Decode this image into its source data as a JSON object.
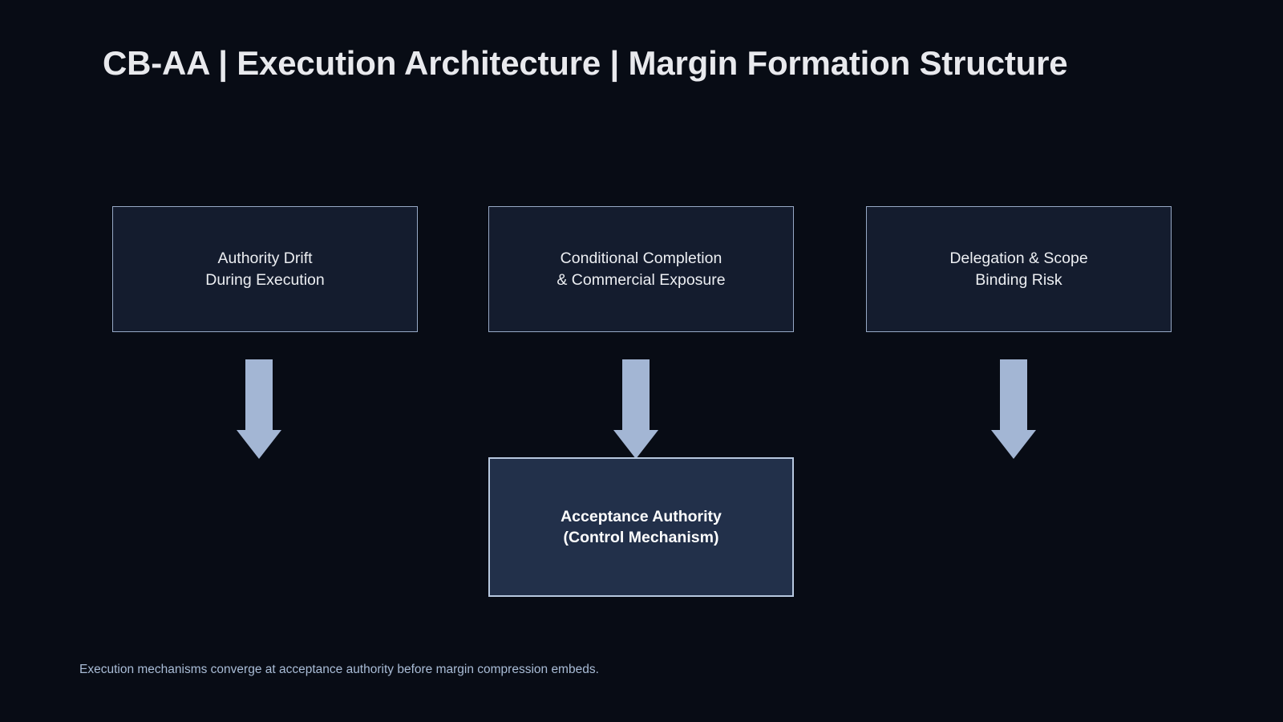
{
  "slide": {
    "background_color": "#080c15",
    "title": "CB-AA | Execution Architecture | Margin Formation Structure",
    "footer_note": "Execution mechanisms converge at acceptance authority before margin compression embeds."
  },
  "palette": {
    "background": "#080c15",
    "node_fill": "#141c2e",
    "node_border": "#97a9c6",
    "highlight_fill": "#22304a",
    "highlight_border": "#b7c8df",
    "arrow_fill": "#a3b6d4",
    "title_text": "#e8e9ed",
    "node_text": "#eceef2",
    "highlight_text": "#ffffff",
    "footer_text": "#a9bcd6"
  },
  "diagram": {
    "type": "flow",
    "top_nodes": [
      {
        "id": "authority-drift",
        "label": "Authority Drift\nDuring Execution"
      },
      {
        "id": "conditional-completion",
        "label": "Conditional Completion\n& Commercial Exposure"
      },
      {
        "id": "delegation-scope",
        "label": "Delegation & Scope\nBinding Risk"
      }
    ],
    "arrows": [
      {
        "id": "arrow-1",
        "direction": "down",
        "from": "authority-drift",
        "to": "acceptance-authority"
      },
      {
        "id": "arrow-2",
        "direction": "down",
        "from": "conditional-completion",
        "to": "acceptance-authority"
      },
      {
        "id": "arrow-3",
        "direction": "down",
        "from": "delegation-scope",
        "to": "acceptance-authority"
      }
    ],
    "bottom_node": {
      "id": "acceptance-authority",
      "label": "Acceptance Authority\n(Control Mechanism)"
    }
  }
}
